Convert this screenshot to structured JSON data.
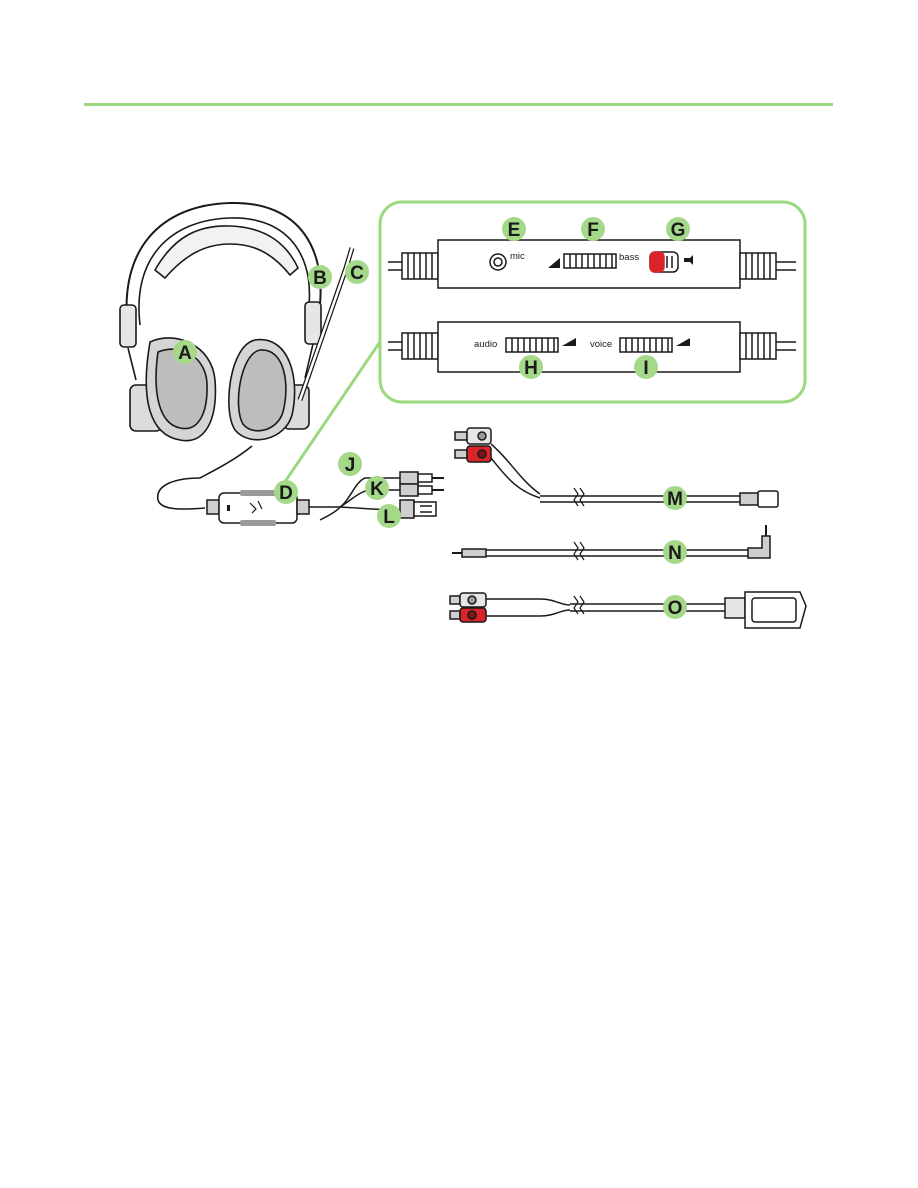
{
  "callouts": {
    "A": "A",
    "B": "B",
    "C": "C",
    "D": "D",
    "E": "E",
    "F": "F",
    "G": "G",
    "H": "H",
    "I": "I",
    "J": "J",
    "K": "K",
    "L": "L",
    "M": "M",
    "N": "N",
    "O": "O"
  },
  "control_panel": {
    "mic_label": "mic",
    "bass_label": "bass",
    "audio_label": "audio",
    "voice_label": "voice"
  },
  "colors": {
    "accent_green": "#9bd97f",
    "callout_fill": "#a5d98a",
    "plug_red": "#d9252a",
    "line": "#1a1a1a"
  }
}
